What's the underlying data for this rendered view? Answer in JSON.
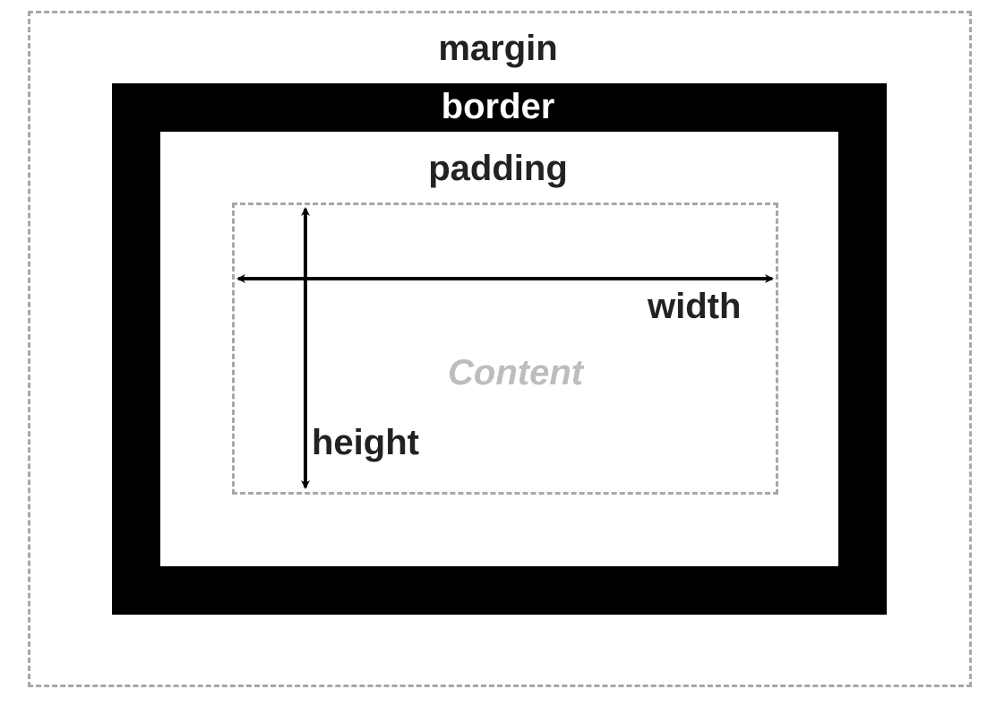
{
  "labels": {
    "margin": "margin",
    "border": "border",
    "padding": "padding",
    "content": "Content",
    "width": "width",
    "height": "height"
  },
  "colors": {
    "border_fill": "#000000",
    "dash": "#a8a8a8",
    "text": "#222222",
    "border_text": "#ffffff",
    "content_text": "#bdbdbd"
  }
}
